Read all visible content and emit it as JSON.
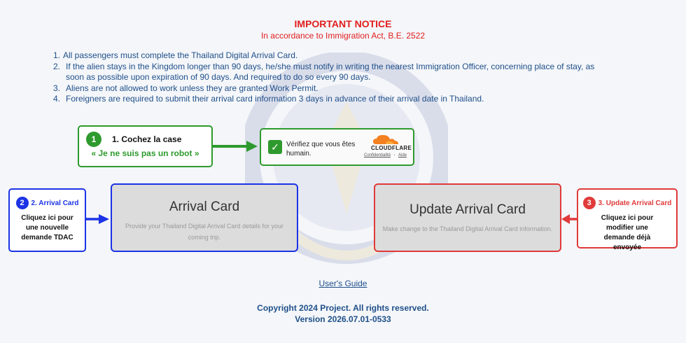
{
  "notice": {
    "title": "IMPORTANT NOTICE",
    "subtitle": "In accordance to Immigration Act, B.E. 2522"
  },
  "rules": [
    {
      "num": "1.",
      "text": "All passengers must complete the Thailand Digital Arrival Card."
    },
    {
      "num": "2.",
      "text": "If the alien stays in the Kingdom longer than 90 days, he/she must notify in writing the nearest Immigration Officer, concerning place of stay, as soon as possible upon expiration of 90 days. And required to do so every 90 days."
    },
    {
      "num": "3.",
      "text": "Aliens are not allowed to work unless they are granted Work Permit."
    },
    {
      "num": "4.",
      "text": "Foreigners are required to submit their arrival card information 3 days in advance of their arrival date in Thailand."
    }
  ],
  "step1": {
    "badge": "1",
    "title": "1. Cochez la case",
    "subtitle": "« Je ne suis pas un robot »"
  },
  "captcha": {
    "text": "Vérifiez que vous êtes humain.",
    "brand": "CLOUDFLARE",
    "privacy_link": "Confidentialité",
    "separator": "·",
    "help_link": "Aide",
    "checked": true
  },
  "step2": {
    "badge": "2",
    "label": "2. Arrival Card",
    "description": "Cliquez ici pour une nouvelle demande TDAC"
  },
  "step3": {
    "badge": "3",
    "label": "3. Update Arrival Card",
    "description": "Cliquez ici pour modifier une demande déjà envoyée"
  },
  "arrival_card": {
    "title": "Arrival Card",
    "description": "Provide your Thailand Digital Arrival Card details for your coming trip."
  },
  "update_card": {
    "title": "Update Arrival Card",
    "description": "Make change to the Thailand Digital Arrival Card information."
  },
  "footer": {
    "guide_link": "User's Guide",
    "copyright": "Copyright 2024 Project. All rights reserved.",
    "version": "Version 2026.07.01-0533"
  },
  "colors": {
    "notice_red": "#e11d1d",
    "text_blue": "#1f4f8a",
    "green": "#2e9a2e",
    "blue": "#1c33e6",
    "red": "#e03a3a",
    "cloudflare_orange": "#f48120"
  },
  "icons": {
    "checkbox": "checkmark-icon",
    "cloudflare": "cloud-icon",
    "watermark": "police-emblem"
  }
}
